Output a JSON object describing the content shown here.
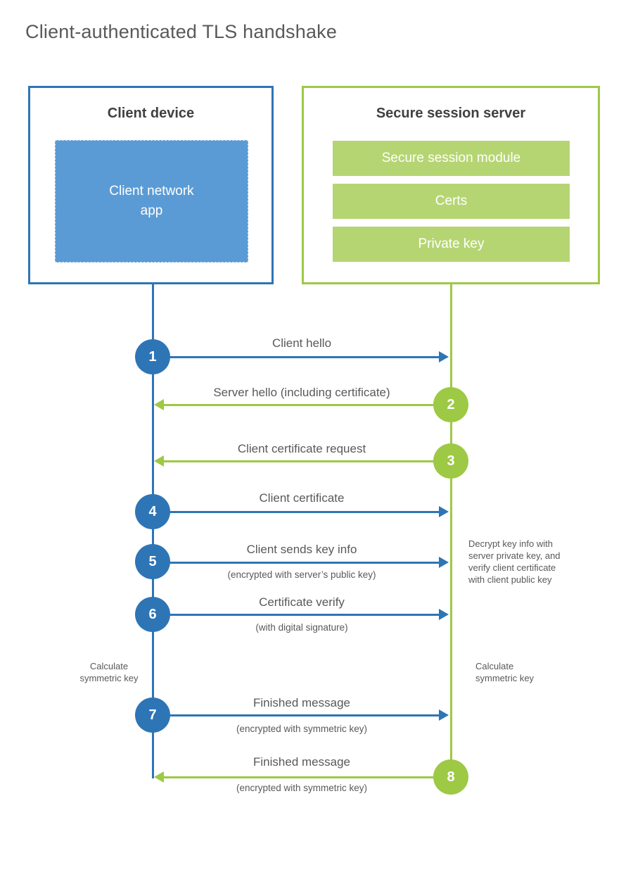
{
  "title": "Client-authenticated TLS handshake",
  "colors": {
    "client_accent": "#2E75B6",
    "client_fill": "#5B9BD5",
    "server_accent": "#9DC944",
    "server_fill": "#B5D573",
    "text_gray": "#595959",
    "heading_gray": "#404040"
  },
  "client_box": {
    "title": "Client device",
    "app_label": "Client network\napp"
  },
  "server_box": {
    "title": "Secure session server",
    "modules": [
      "Secure session module",
      "Certs",
      "Private key"
    ]
  },
  "messages": [
    {
      "number": "1",
      "from": "client",
      "label": "Client hello"
    },
    {
      "number": "2",
      "from": "server",
      "label": "Server hello (including certificate)"
    },
    {
      "number": "3",
      "from": "server",
      "label": "Client certificate request"
    },
    {
      "number": "4",
      "from": "client",
      "label": "Client certificate"
    },
    {
      "number": "5",
      "from": "client",
      "label": "Client sends key info",
      "sublabel": "(encrypted with server’s public key)"
    },
    {
      "number": "6",
      "from": "client",
      "label": "Certificate verify",
      "sublabel": "(with digital signature)"
    },
    {
      "number": "7",
      "from": "client",
      "label": "Finished message",
      "sublabel": "(encrypted with symmetric key)"
    },
    {
      "number": "8",
      "from": "server",
      "label": "Finished message",
      "sublabel": "(encrypted with symmetric key)"
    }
  ],
  "notes": {
    "decrypt": "Decrypt key info with\nserver private key, and\nverify client certificate\nwith client public key",
    "calc_left": "Calculate\nsymmetric key",
    "calc_right": "Calculate\nsymmetric key"
  }
}
